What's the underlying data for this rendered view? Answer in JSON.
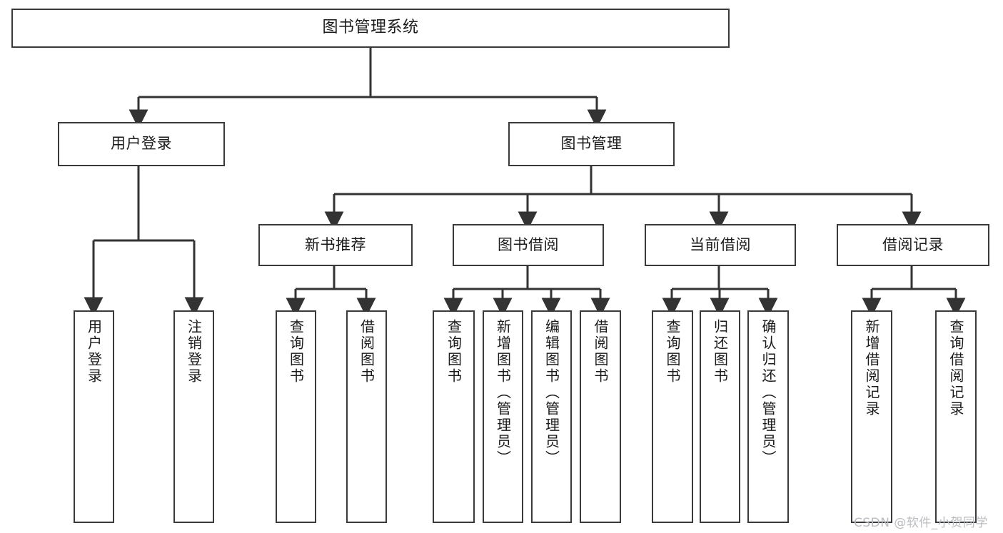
{
  "diagram": {
    "title": "图书管理系统",
    "type": "hierarchy-tree",
    "colors": {
      "box_border": "#3a3a3a",
      "box_fill": "#ffffff",
      "connector": "#333333",
      "text": "#1a1a1a",
      "watermark": "#b9bcc0"
    },
    "root": {
      "label": "图书管理系统"
    },
    "level1": [
      {
        "label": "用户登录"
      },
      {
        "label": "图书管理"
      }
    ],
    "level2": [
      {
        "label": "新书推荐"
      },
      {
        "label": "图书借阅"
      },
      {
        "label": "当前借阅"
      },
      {
        "label": "借阅记录"
      }
    ],
    "leaves": {
      "user_login": [
        {
          "label": "用户登录"
        },
        {
          "label": "注销登录"
        }
      ],
      "new_book_recommend": [
        {
          "label": "查询图书"
        },
        {
          "label": "借阅图书"
        }
      ],
      "book_borrow": [
        {
          "label": "查询图书"
        },
        {
          "label": "新增图书（管理员）"
        },
        {
          "label": "编辑图书（管理员）"
        },
        {
          "label": "借阅图书"
        }
      ],
      "current_borrow": [
        {
          "label": "查询图书"
        },
        {
          "label": "归还图书"
        },
        {
          "label": "确认归还（管理员）"
        }
      ],
      "borrow_record": [
        {
          "label": "新增借阅记录"
        },
        {
          "label": "查询借阅记录"
        }
      ]
    }
  },
  "watermark": {
    "text": "CSDN @软件_小贺同学"
  }
}
